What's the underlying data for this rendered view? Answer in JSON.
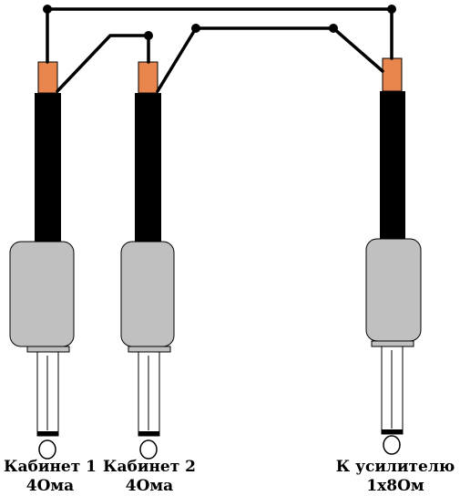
{
  "colors": {
    "wire": "#000000",
    "tip_connector": "#e8864e",
    "cable": "#000000",
    "plug_body": "#c0c0c0",
    "background": "#ffffff"
  },
  "plugs": [
    {
      "id": "cab1",
      "line1": "Кабинет 1",
      "line2": "4Ома"
    },
    {
      "id": "cab2",
      "line1": "Кабинет 2",
      "line2": "4Ома"
    },
    {
      "id": "amp",
      "line1": "К усилителю",
      "line2": "1х8Ом"
    }
  ]
}
